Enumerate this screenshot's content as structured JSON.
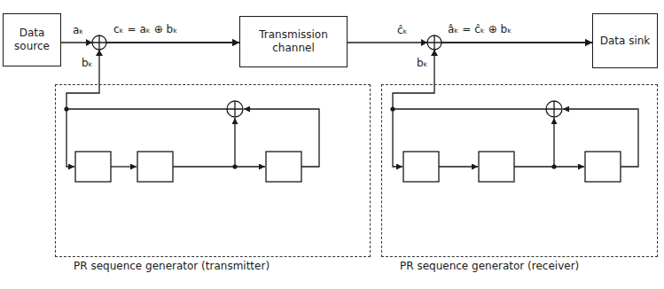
{
  "diagram": {
    "nodes": [
      {
        "text": [
          "Data source"
        ]
      },
      {
        "text": [
          "Transmission channel"
        ]
      },
      {
        "text": [
          "Data sink"
        ]
      },
      {
        "text": [
          "PR sequence generator (transmitter)"
        ]
      },
      {
        "text": [
          "PR sequence generator (receiver)"
        ]
      }
    ],
    "edges": [
      {
        "from": 0,
        "to": 1,
        "arrow": "to"
      },
      {
        "from": 1,
        "to": 2,
        "arrow": "to"
      },
      {
        "from": 3,
        "to": 1,
        "arrow": "to"
      },
      {
        "from": 4,
        "to": 2,
        "arrow": "to"
      }
    ],
    "labels": [
      "aₖ",
      "cₖ = aₖ ⊕ bₖ",
      "bₖ",
      "ĉₖ",
      "âₖ = ĉₖ ⊕ bₖ",
      "bₖ"
    ]
  }
}
